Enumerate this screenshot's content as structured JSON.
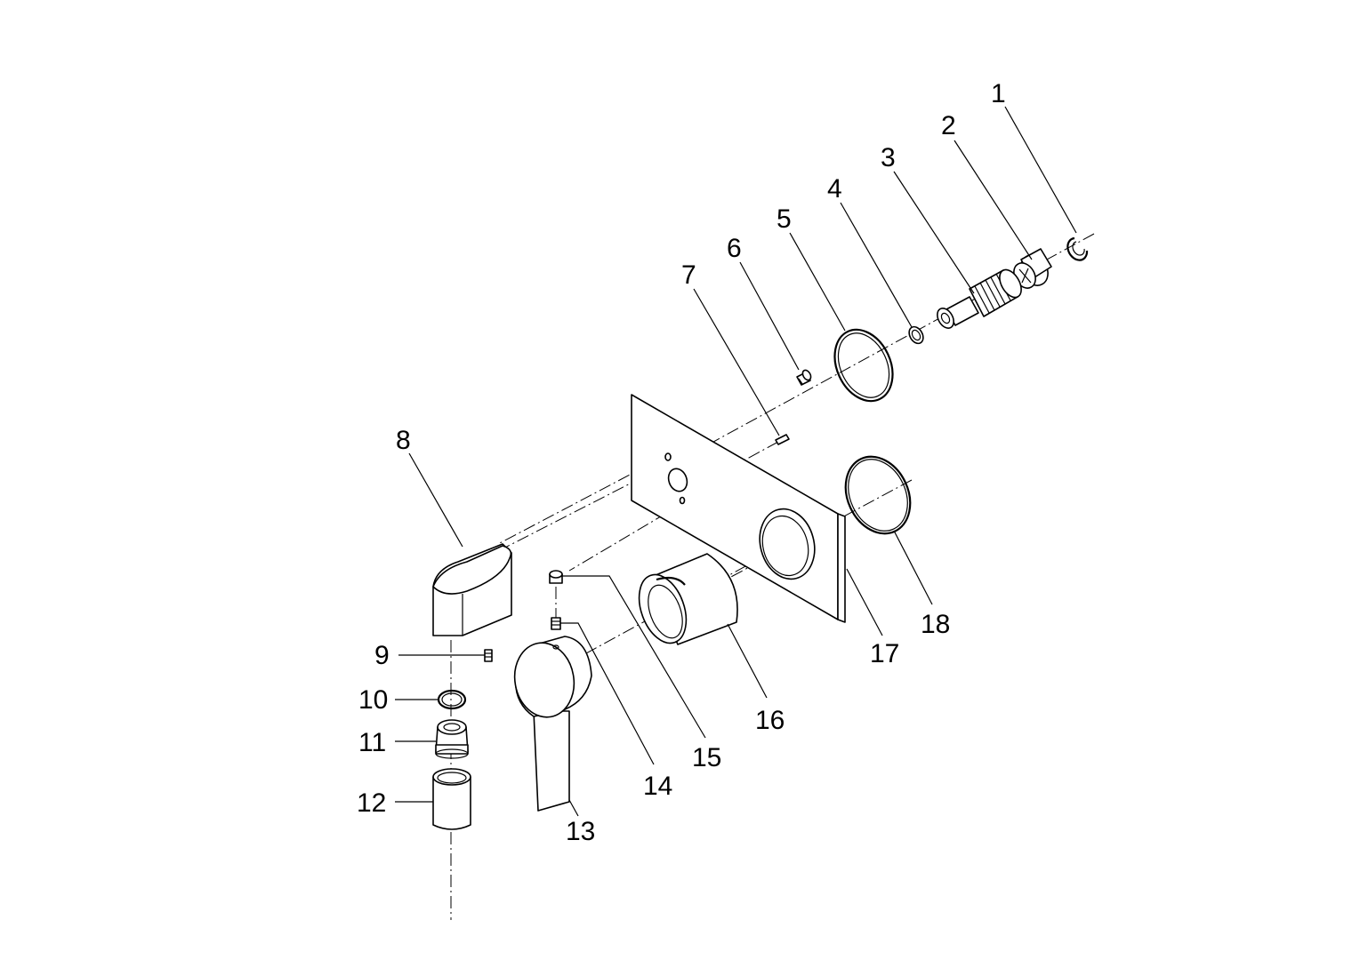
{
  "diagram": {
    "type": "exploded-parts-view",
    "callouts": [
      "1",
      "2",
      "3",
      "4",
      "5",
      "6",
      "7",
      "8",
      "9",
      "10",
      "11",
      "12",
      "13",
      "14",
      "15",
      "16",
      "17",
      "18"
    ]
  },
  "colors": {
    "background": "#ffffff",
    "line": "#000000"
  }
}
